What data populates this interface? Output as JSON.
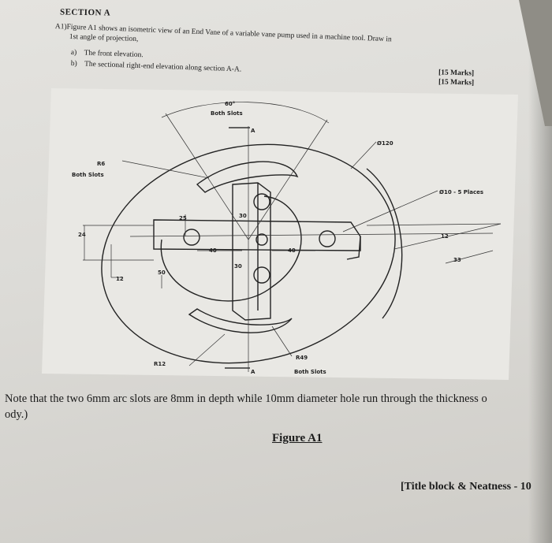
{
  "section_title": "SECTION A",
  "question": {
    "line1": "A1)Figure A1 shows an isometric view of an End Vane of a variable vane pump used in a machine tool. Draw in",
    "line2": "1st angle of projection,"
  },
  "items": [
    {
      "label": "a)",
      "text": "The front elevation."
    },
    {
      "label": "b)",
      "text": "The sectional right-end elevation along section A-A."
    }
  ],
  "marks": [
    "[15 Marks]",
    "[15 Marks]"
  ],
  "figure": {
    "labels": {
      "angle": "60°",
      "angle_note": "Both Slots",
      "section_top": "A",
      "section_bottom": "A",
      "dia120": "Ø120",
      "r6": "R6",
      "r6_note": "Both Slots",
      "holes": "Ø10 - 5 Places",
      "d25": "25",
      "d30_top": "30",
      "d24": "24",
      "d12_right": "12",
      "d40_left": "40",
      "d40_right": "40",
      "d30_mid": "30",
      "d33": "33",
      "d50": "50",
      "d12_left": "12",
      "r12": "R12",
      "r49": "R49",
      "r49_note": "Both Slots"
    }
  },
  "note": {
    "line1": "Note that the two 6mm arc slots are 8mm in depth while 10mm diameter hole run through the thickness o",
    "line2": "ody.)"
  },
  "figure_caption": "Figure A1",
  "title_block": "[Title block & Neatness - 10"
}
